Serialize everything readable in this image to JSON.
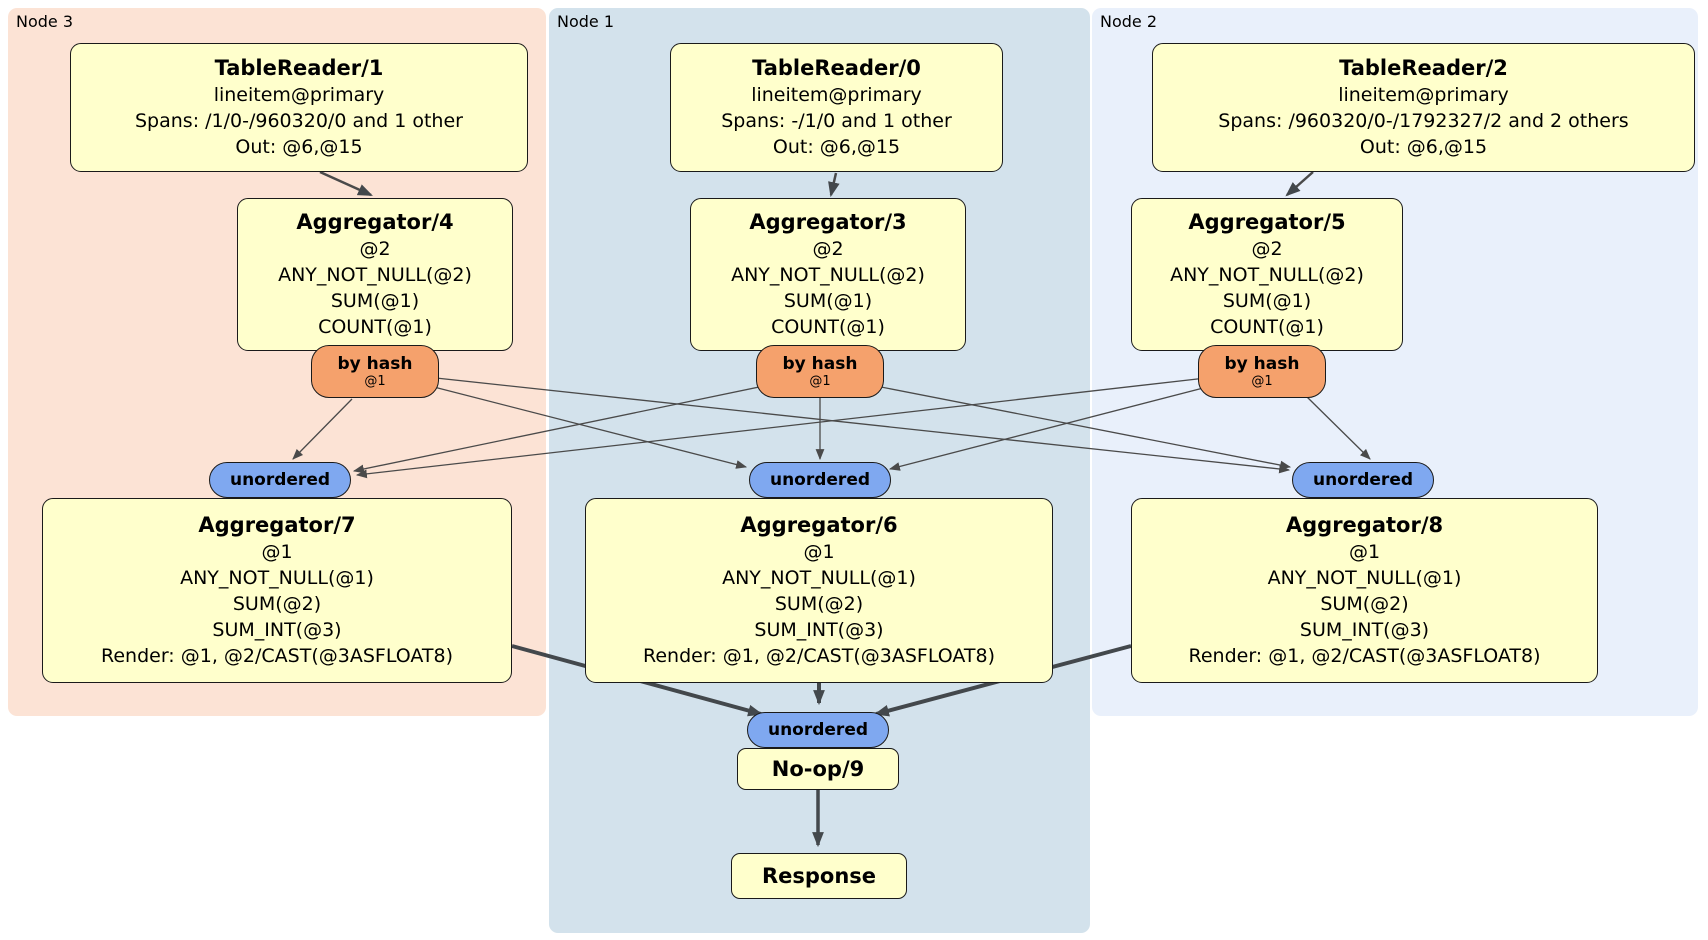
{
  "colors": {
    "node3_bg": "#fce3d5",
    "node1_bg": "#d3e2ec",
    "node2_bg": "#e9f0fb",
    "box_fill": "#ffffcc",
    "router_fill": "#f5a16c",
    "sync_fill": "#7fa8f0",
    "edge_thin": "#4a4a4a",
    "edge_thick": "#43484c"
  },
  "groups": {
    "node3": {
      "label": "Node 3"
    },
    "node1": {
      "label": "Node 1"
    },
    "node2": {
      "label": "Node 2"
    }
  },
  "processors": {
    "tr1": {
      "title": "TableReader/1",
      "lines": [
        "lineitem@primary",
        "Spans: /1/0-/960320/0 and 1 other",
        "Out: @6,@15"
      ]
    },
    "tr0": {
      "title": "TableReader/0",
      "lines": [
        "lineitem@primary",
        "Spans: -/1/0 and 1 other",
        "Out: @6,@15"
      ]
    },
    "tr2": {
      "title": "TableReader/2",
      "lines": [
        "lineitem@primary",
        "Spans: /960320/0-/1792327/2 and 2 others",
        "Out: @6,@15"
      ]
    },
    "agg4": {
      "title": "Aggregator/4",
      "lines": [
        "@2",
        "ANY_NOT_NULL(@2)",
        "SUM(@1)",
        "COUNT(@1)"
      ]
    },
    "agg3": {
      "title": "Aggregator/3",
      "lines": [
        "@2",
        "ANY_NOT_NULL(@2)",
        "SUM(@1)",
        "COUNT(@1)"
      ]
    },
    "agg5": {
      "title": "Aggregator/5",
      "lines": [
        "@2",
        "ANY_NOT_NULL(@2)",
        "SUM(@1)",
        "COUNT(@1)"
      ]
    },
    "agg7": {
      "title": "Aggregator/7",
      "lines": [
        "@1",
        "ANY_NOT_NULL(@1)",
        "SUM(@2)",
        "SUM_INT(@3)",
        "Render: @1, @2/CAST(@3ASFLOAT8)"
      ]
    },
    "agg6": {
      "title": "Aggregator/6",
      "lines": [
        "@1",
        "ANY_NOT_NULL(@1)",
        "SUM(@2)",
        "SUM_INT(@3)",
        "Render: @1, @2/CAST(@3ASFLOAT8)"
      ]
    },
    "agg8": {
      "title": "Aggregator/8",
      "lines": [
        "@1",
        "ANY_NOT_NULL(@1)",
        "SUM(@2)",
        "SUM_INT(@3)",
        "Render: @1, @2/CAST(@3ASFLOAT8)"
      ]
    },
    "noop": {
      "title": "No-op/9"
    },
    "response": {
      "title": "Response"
    }
  },
  "routers": {
    "bh4": {
      "label": "by hash",
      "detail": "@1"
    },
    "bh3": {
      "label": "by hash",
      "detail": "@1"
    },
    "bh5": {
      "label": "by hash",
      "detail": "@1"
    }
  },
  "syncs": {
    "u7": {
      "label": "unordered"
    },
    "u6": {
      "label": "unordered"
    },
    "u8": {
      "label": "unordered"
    },
    "final": {
      "label": "unordered"
    }
  }
}
